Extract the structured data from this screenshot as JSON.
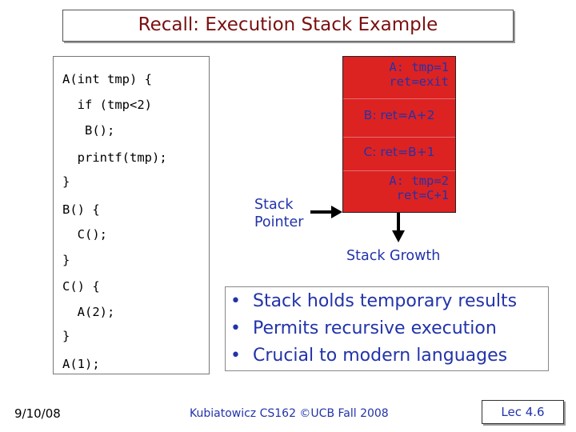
{
  "title": "Recall: Execution Stack Example",
  "code": {
    "lines": [
      "A(int tmp) {",
      "  if (tmp<2)",
      "   B();",
      "  printf(tmp);",
      "}",
      "B() {",
      "  C();",
      "}",
      "C() {",
      "  A(2);",
      "}",
      "A(1);"
    ]
  },
  "stack": {
    "frames": [
      {
        "line1": "A: tmp=1",
        "line2": "   ret=exit"
      },
      {
        "line1": "B: ret=A+2"
      },
      {
        "line1": "C: ret=B+1"
      },
      {
        "line1": "A: tmp=2",
        "line2": "   ret=C+1"
      }
    ],
    "pointer_label_line1": "Stack",
    "pointer_label_line2": "Pointer",
    "growth_label": "Stack Growth"
  },
  "bullets": [
    "Stack holds temporary results",
    "Permits recursive execution",
    "Crucial to modern languages"
  ],
  "bullet_marker": "•",
  "footer": {
    "date": "9/10/08",
    "course": "Kubiatowicz CS162 ©UCB Fall 2008",
    "lecture": "Lec 4.6"
  }
}
